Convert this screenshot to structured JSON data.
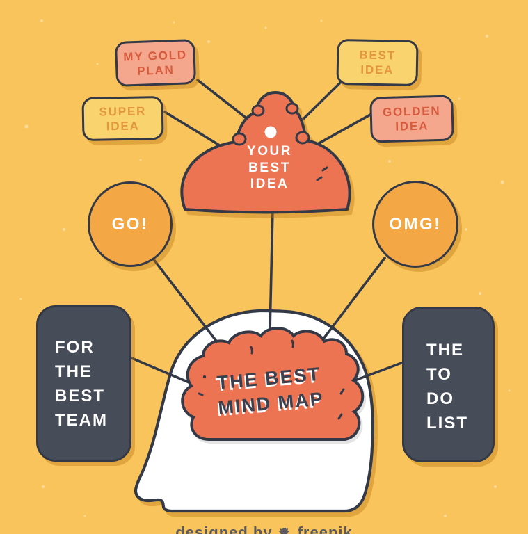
{
  "illustration_title": "The Best Mind Map",
  "colors": {
    "bg": "#F9C45C",
    "ink": "#333947",
    "salmon": "#F5A78E",
    "salmon_text": "#D65A3C",
    "yellow_box": "#F8D36E",
    "yellow_box_text": "#E2973D",
    "circle_orange": "#F4A845",
    "orange_deep": "#ED7453",
    "dark_box": "#474C59",
    "white": "#FFFFFF",
    "brain_text": "#3A4050",
    "watermark_text": "#4A4F5E"
  },
  "nodes": {
    "my_gold_plan": {
      "lines": [
        "MY GOLD",
        "PLAN"
      ]
    },
    "best_idea": {
      "lines": [
        "BEST",
        "IDEA"
      ]
    },
    "super_idea": {
      "lines": [
        "SUPER",
        "IDEA"
      ]
    },
    "golden_idea": {
      "lines": [
        "GOLDEN",
        "IDEA"
      ]
    },
    "your_best_idea": {
      "lines": [
        "YOUR",
        "BEST",
        "IDEA"
      ]
    },
    "go": {
      "label": "GO!"
    },
    "omg": {
      "label": "OMG!"
    },
    "best_team": {
      "lines": [
        "FOR",
        "THE",
        "BEST",
        "TEAM"
      ]
    },
    "todo_list": {
      "lines": [
        "THE",
        "TO",
        "DO",
        "LIST"
      ]
    },
    "best_mind_map": {
      "lines": [
        "THE BEST",
        "MIND MAP"
      ]
    }
  },
  "watermark": {
    "prefix": "designed by",
    "brand": "freepik"
  }
}
